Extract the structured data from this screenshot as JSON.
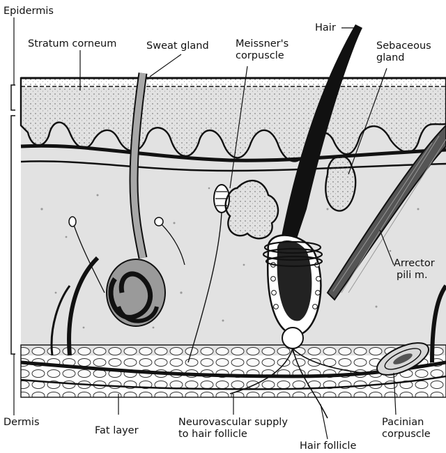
{
  "labels": {
    "epidermis": "Epidermis",
    "stratum_corneum": "Stratum corneum",
    "sweat_gland": "Sweat gland",
    "meissner_line1": "Meissner's",
    "meissner_line2": "corpuscle",
    "hair": "Hair",
    "sebaceous_line1": "Sebaceous",
    "sebaceous_line2": "gland",
    "arrector_line1": "Arrector",
    "arrector_line2": "pili m.",
    "dermis": "Dermis",
    "fat_layer": "Fat layer",
    "neurovascular_line1": "Neurovascular supply",
    "neurovascular_line2": "to hair follicle",
    "hair_follicle": "Hair follicle",
    "pacinian_line1": "Pacinian",
    "pacinian_line2": "corpuscle"
  },
  "colors": {
    "ink": "#111111",
    "dermis_fill": "#e4e4e4",
    "epidermis_fill": "#f6f6f6",
    "fat_fill": "#f4f4f4",
    "gland_fill": "#9a9a9a"
  }
}
